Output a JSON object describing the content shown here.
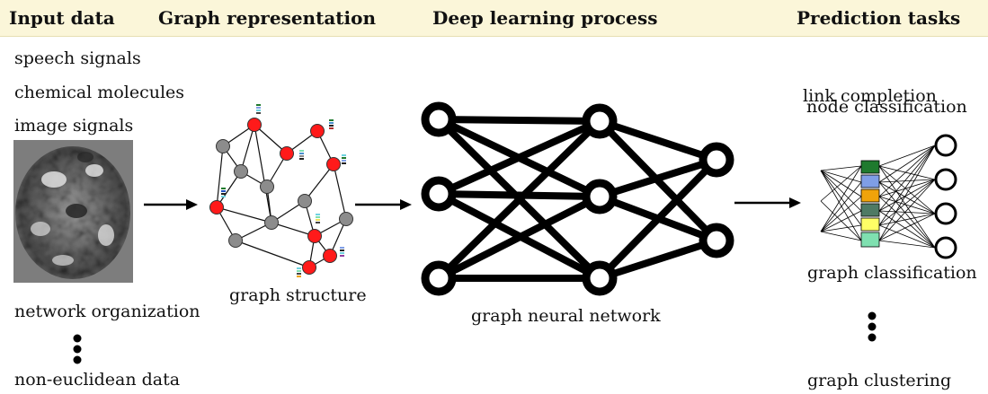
{
  "header": {
    "input_data": "Input data",
    "graph_representation": "Graph representation",
    "deep_learning_process": "Deep learning process",
    "prediction_tasks": "Prediction tasks"
  },
  "input_items": [
    "speech signals",
    "chemical molecules",
    "image signals",
    "network organization",
    "non-euclidean data"
  ],
  "labels": {
    "graph_structure": "graph structure",
    "graph_neural_network": "graph neural network"
  },
  "prediction_items": [
    "link completion",
    "node classification",
    "graph classification",
    "graph clustering"
  ],
  "colors": {
    "header_bg": "#fbf6d9",
    "red_node": "#ff1a1a",
    "gray_node": "#8c8c8c",
    "feature_colors": [
      "#1f7a2e",
      "#7f9ee6",
      "#f0a30a",
      "#4f7a64",
      "#ffff66",
      "#7fe0b0"
    ]
  }
}
